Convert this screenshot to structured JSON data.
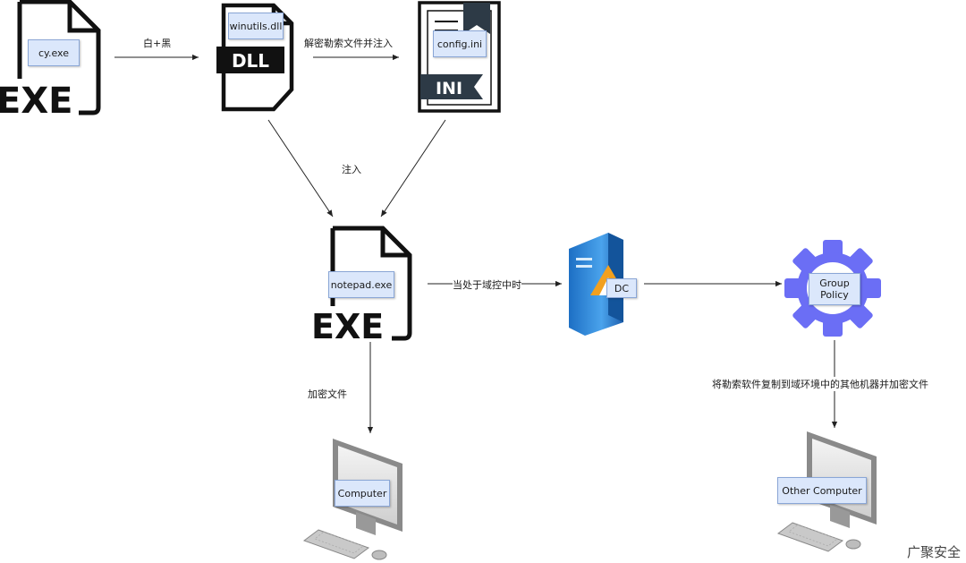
{
  "nodes": {
    "cy_exe": {
      "label": "cy.exe",
      "icon": "exe-file-icon",
      "badge": "EXE"
    },
    "winutils_dll": {
      "label": "winutils.dll",
      "icon": "dll-file-icon",
      "badge": "DLL"
    },
    "config_ini": {
      "label": "config.ini",
      "icon": "ini-file-icon",
      "badge": "INI"
    },
    "notepad_exe": {
      "label": "notepad.exe",
      "icon": "exe-file-icon",
      "badge": "EXE"
    },
    "dc": {
      "label": "DC",
      "icon": "server-icon"
    },
    "group_policy": {
      "label_line1": "Group",
      "label_line2": "Policy",
      "icon": "gear-icon"
    },
    "computer": {
      "label": "Computer",
      "icon": "computer-icon"
    },
    "other_computer": {
      "label": "Other Computer",
      "icon": "computer-icon"
    }
  },
  "edges": {
    "bai_hei": "白+黑",
    "decrypt_inject": "解密勒索文件并注入",
    "inject": "注入",
    "domain_control": "当处于域控中时",
    "encrypt_files": "加密文件",
    "copy_encrypt": "将勒索软件复制到域环境中的其他机器并加密文件"
  },
  "watermark": "广聚安全",
  "colors": {
    "label_fill": "#dbe7fb",
    "gear": "#6b6ef5",
    "server": "#2a7fd4",
    "accent": "#f2a01f"
  }
}
